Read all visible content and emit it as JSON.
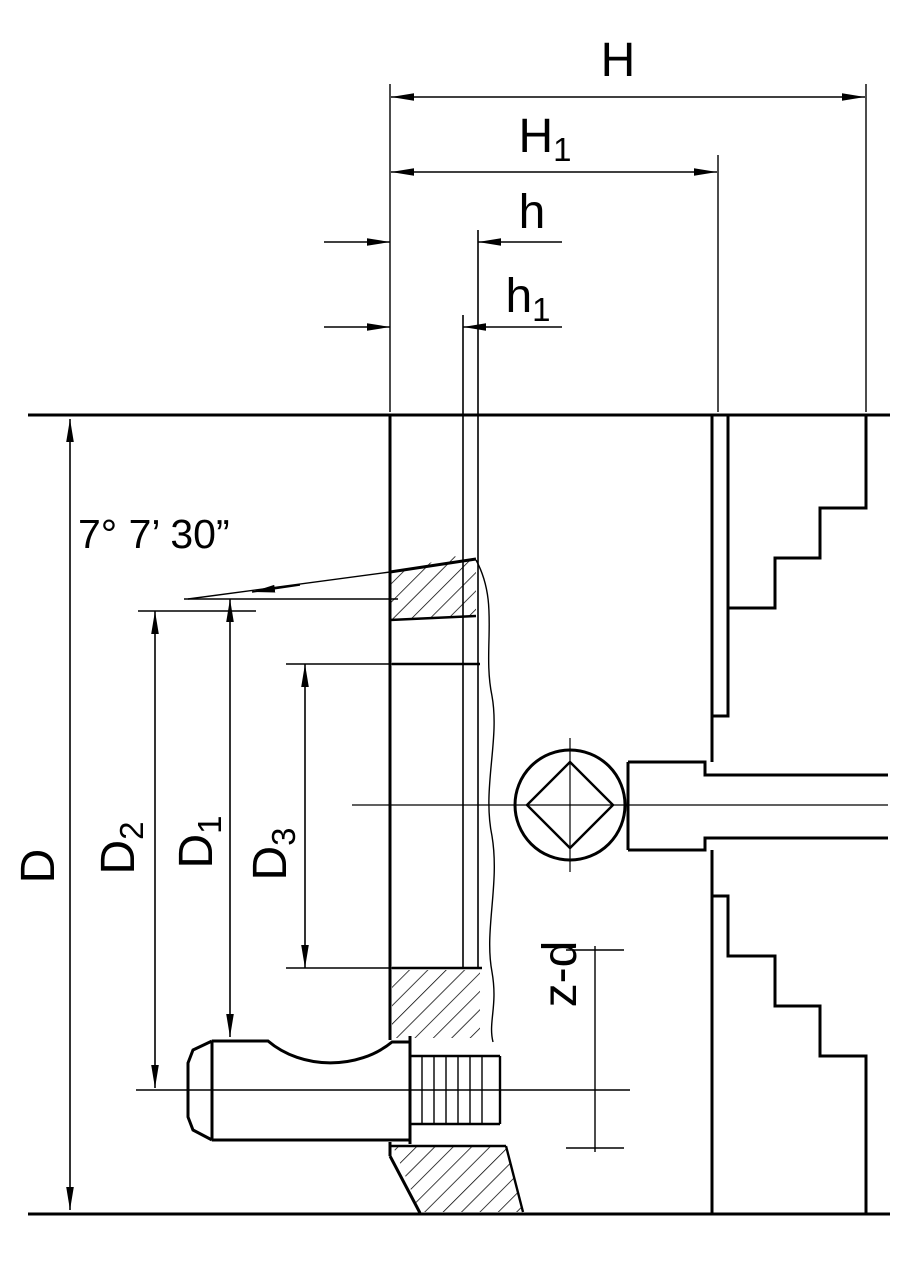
{
  "drawing": {
    "kind": "chuck-cross-section",
    "colors": {
      "line": "#000000",
      "background": "#ffffff"
    }
  },
  "labels": {
    "H": "H",
    "H1_base": "H",
    "H1_sub": "1",
    "h": "h",
    "h1_base": "h",
    "h1_sub": "1",
    "D": "D",
    "D1_base": "D",
    "D1_sub": "1",
    "D2_base": "D",
    "D2_sub": "2",
    "D3_base": "D",
    "D3_sub": "3",
    "zd": "z-d",
    "angle": "7° 7’ 30”"
  }
}
